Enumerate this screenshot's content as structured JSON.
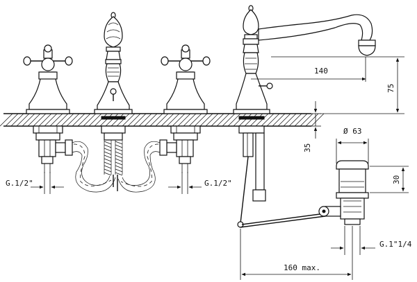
{
  "dimensions": {
    "spout_reach": "140",
    "spout_height": "75",
    "deck_depth": "35",
    "waste_diameter": "Ø 63",
    "waste_height": "30",
    "thread_left": "G.1/2\"",
    "thread_right": "G.1/2\"",
    "waste_thread": "G.1\"1/4",
    "pull_rod_reach": "160 max."
  }
}
